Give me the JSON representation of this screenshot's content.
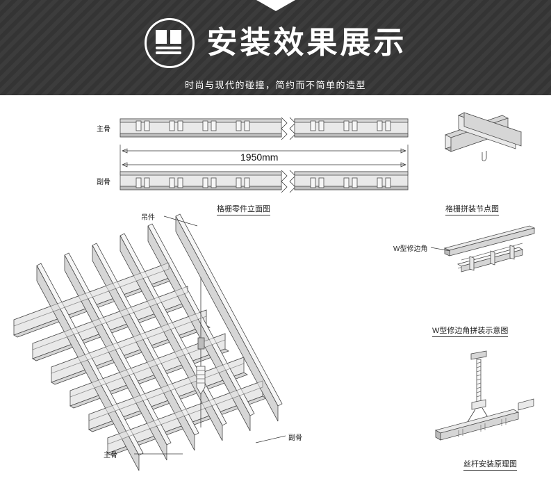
{
  "banner": {
    "title": "安装效果展示",
    "subtitle": "时尚与现代的碰撞，简约而不简单的造型",
    "logo_icon": "hand-holding-panel-icon",
    "arrow_icon": "triangle-down-icon",
    "bg_color": "#383838",
    "text_color": "#ffffff"
  },
  "diagrams": [
    {
      "id": "elevation",
      "caption": "格栅零件立面图",
      "labels": {
        "main_keel": "主骨",
        "sub_keel": "副骨",
        "dimension": "1950mm"
      }
    },
    {
      "id": "joint",
      "caption": "格栅拼装节点图"
    },
    {
      "id": "assembly",
      "caption": "",
      "labels": {
        "hanger": "吊件",
        "main_keel": "主骨",
        "sub_keel": "副骨"
      }
    },
    {
      "id": "w-edge",
      "caption": "W型修边角拼装示意图",
      "labels": {
        "w_edge": "W型修边角"
      }
    },
    {
      "id": "screw-rod",
      "caption": "丝杆安装原理图"
    }
  ]
}
